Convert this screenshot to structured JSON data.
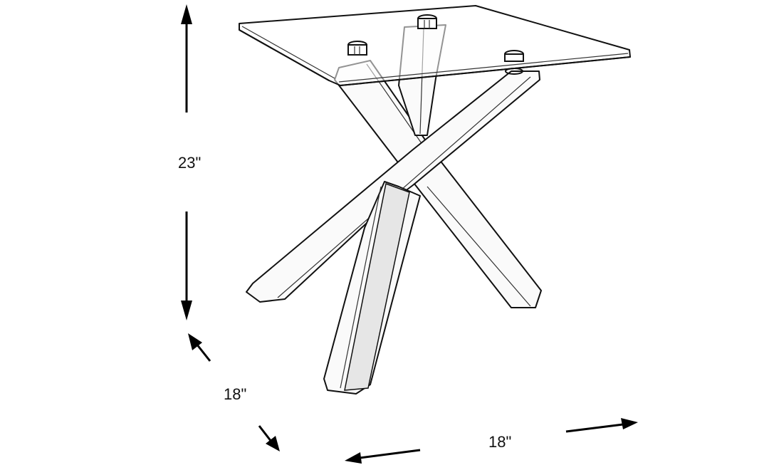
{
  "diagram": {
    "subject": "Glass-top end table with crossed angular legs",
    "dimensions": {
      "height": {
        "label": "23\"",
        "value": 23,
        "unit": "in"
      },
      "depth": {
        "label": "18\"",
        "value": 18,
        "unit": "in"
      },
      "width": {
        "label": "18\"",
        "value": 18,
        "unit": "in"
      }
    },
    "colors": {
      "line": "#111111",
      "background": "#ffffff"
    }
  }
}
